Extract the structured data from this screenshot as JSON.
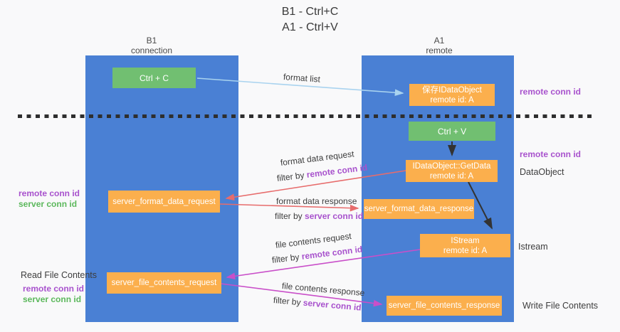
{
  "title": {
    "line1": "B1 - Ctrl+C",
    "line2": "A1 - Ctrl+V"
  },
  "lanes": {
    "left": {
      "title": "B1",
      "subtitle": "connection"
    },
    "right": {
      "title": "A1",
      "subtitle": "remote"
    }
  },
  "nodes": {
    "ctrl_c": {
      "label": "Ctrl + C"
    },
    "ctrl_v": {
      "label": "Ctrl + V"
    },
    "saved_dataobject": {
      "line1": "保存IDataObject",
      "line2": "remote id: A"
    },
    "getdata": {
      "line1": "IDataObject::GetData",
      "line2": "remote id: A"
    },
    "istream": {
      "line1": "IStream",
      "line2": "remote id: A"
    },
    "server_format_data_request": {
      "label": "server_format_data_request"
    },
    "server_format_data_response": {
      "label": "server_format_data_response"
    },
    "server_file_contents_request": {
      "label": "server_file_contents_request"
    },
    "server_file_contents_response": {
      "label": "server_file_contents_response"
    }
  },
  "edge_labels": {
    "format_list": "format list",
    "format_data_request": "format data request",
    "format_data_request_filter": {
      "prefix": "filter by ",
      "key": "remote conn id"
    },
    "format_data_response": "format data response",
    "format_data_response_filter": {
      "prefix": "filter by ",
      "key": "server conn id"
    },
    "file_contents_request": "file contents request",
    "file_contents_request_filter": {
      "prefix": "filter by ",
      "key": "remote conn id"
    },
    "file_contents_response": "file contents response",
    "file_contents_response_filter": {
      "prefix": "filter by ",
      "key": "server conn id"
    }
  },
  "annotations": {
    "right_remote_conn_id_top": "remote conn id",
    "right_remote_conn_id_mid": "remote conn id",
    "right_dataobject": "DataObject",
    "right_istream": "Istream",
    "right_write_file_contents": "Write File Contents",
    "left_remote_conn_id_mid": "remote conn id",
    "left_server_conn_id_mid": "server conn id",
    "left_read_file_contents": "Read File Contents",
    "left_remote_conn_id_bottom": "remote conn id",
    "left_server_conn_id_bottom": "server conn id"
  },
  "colors": {
    "lane_blue": "#4a80d4",
    "node_green": "#71bf71",
    "node_orange": "#fbaf4d",
    "accent_purple": "#a852cd",
    "accent_green": "#5cb85c",
    "arrow_red": "#e76c6c",
    "arrow_magenta": "#c94fc9",
    "arrow_lightblue": "#a9d3ef",
    "arrow_black": "#333333",
    "divider_black": "#2e2e2e"
  }
}
